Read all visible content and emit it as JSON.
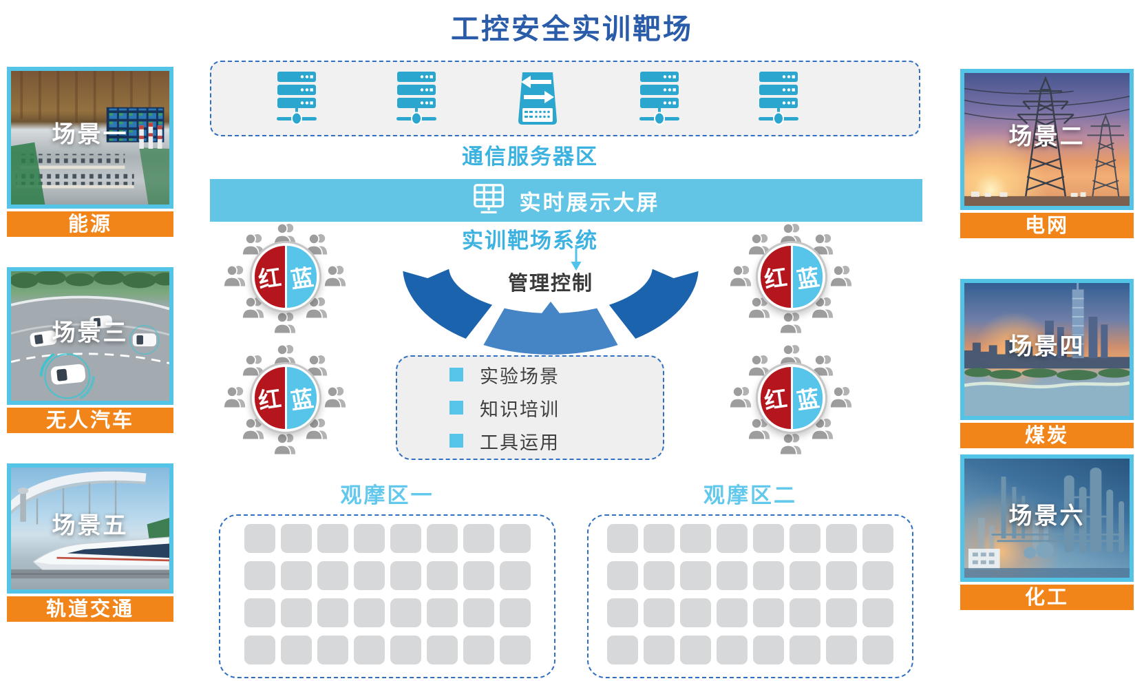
{
  "title": "工控安全实训靶场",
  "communication_server_area": {
    "label": "通信服务器区",
    "icons": [
      "server-rack-icon",
      "server-rack-icon",
      "network-switch-icon",
      "server-rack-icon",
      "server-rack-icon"
    ]
  },
  "display_bar": {
    "label": "实时展示大屏",
    "icon": "display-screen-icon"
  },
  "training_range_system": {
    "label": "实训靶场系统",
    "arrow_icon": "down-arrow-icon",
    "control_label": "管理控制"
  },
  "teams": {
    "red_label": "红",
    "blue_label": "蓝",
    "team_count": 4,
    "members_per_team": 8,
    "member_icon": "audience-person-icon"
  },
  "functions_box": {
    "items": [
      "实验场景",
      "知识培训",
      "工具运用"
    ]
  },
  "observation_areas": [
    {
      "label": "观摩区一",
      "seat_rows": 4,
      "seat_cols": 8
    },
    {
      "label": "观摩区二",
      "seat_rows": 4,
      "seat_cols": 8
    }
  ],
  "scenes": {
    "left": [
      {
        "scene_label": "场景一",
        "category": "能源"
      },
      {
        "scene_label": "场景三",
        "category": "无人汽车"
      },
      {
        "scene_label": "场景五",
        "category": "轨道交通"
      }
    ],
    "right": [
      {
        "scene_label": "场景二",
        "category": "电网"
      },
      {
        "scene_label": "场景四",
        "category": "煤炭"
      },
      {
        "scene_label": "场景六",
        "category": "化工"
      }
    ]
  },
  "colors": {
    "title_blue": "#2a5caa",
    "cyan_label": "#3cb2e0",
    "light_cyan_label": "#62c8ec",
    "bar_background": "#62c5e5",
    "arc_dark_blue": "#1c63ad",
    "arc_light_blue": "#4585c5",
    "team_red": "#b5161d",
    "team_blue": "#57c4e9",
    "orange_band": "#f28519",
    "icon_teal": "#2ba7cf",
    "dashed_border_blue": "#2f6fc1",
    "seat_gray": "#d6d8da",
    "person_gray": "#9d9d9d"
  }
}
